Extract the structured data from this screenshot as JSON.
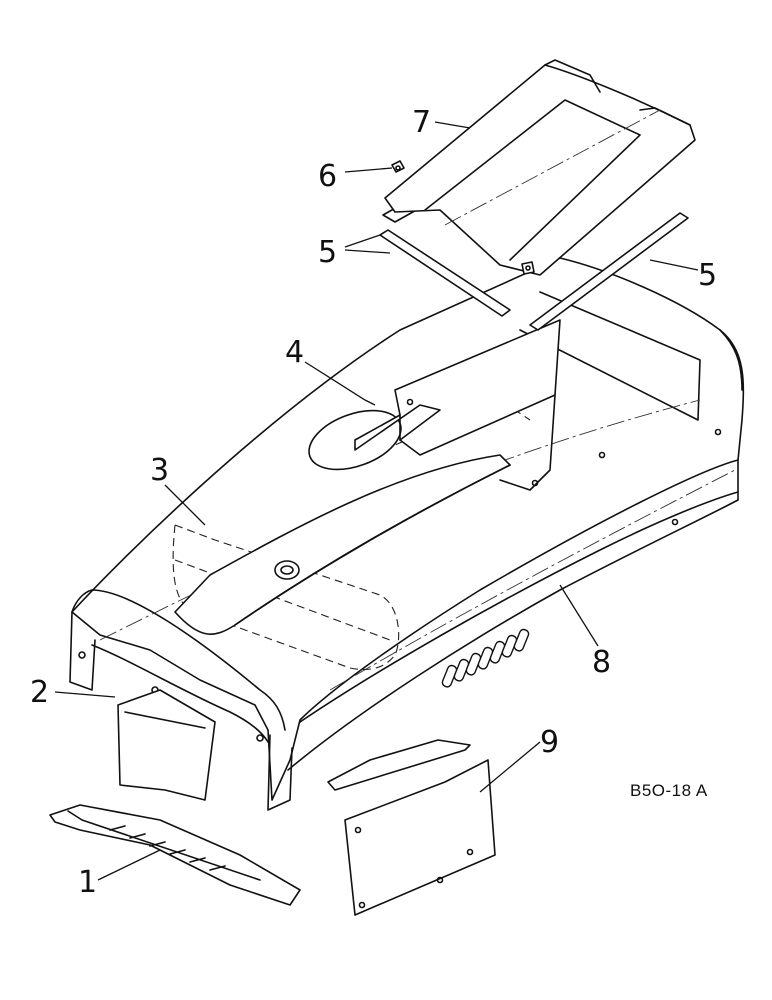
{
  "diagram": {
    "reference_code": "B5O-18 A",
    "callouts": [
      {
        "id": "1",
        "label": "1"
      },
      {
        "id": "2",
        "label": "2"
      },
      {
        "id": "3",
        "label": "3"
      },
      {
        "id": "4",
        "label": "4"
      },
      {
        "id": "5a",
        "label": "5"
      },
      {
        "id": "5b",
        "label": "5"
      },
      {
        "id": "6",
        "label": "6"
      },
      {
        "id": "7",
        "label": "7"
      },
      {
        "id": "8",
        "label": "8"
      },
      {
        "id": "9",
        "label": "9"
      }
    ]
  }
}
